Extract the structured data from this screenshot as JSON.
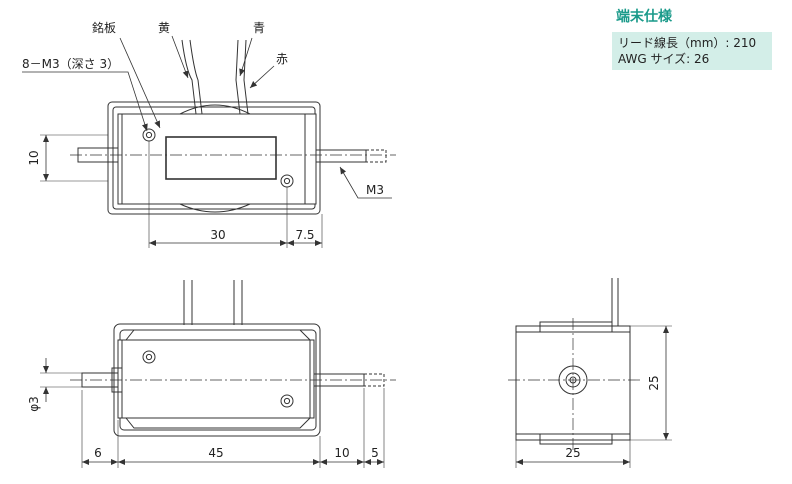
{
  "spec": {
    "title": "端末仕様",
    "lead_length": "リード線長（mm）: 210",
    "awg_size": "AWG サイズ: 26"
  },
  "labels": {
    "nameplate": "銘板",
    "yellow": "黄",
    "blue": "青",
    "red": "赤",
    "mounting_holes": "8－M3（深さ 3）",
    "thread": "M3"
  },
  "dimensions": {
    "top_height": "10",
    "top_hole_pitch": "30",
    "top_shaft_offset": "7.5",
    "shaft_diameter": "φ3",
    "plunger_extend": "6",
    "body_length": "45",
    "shaft_length": "10",
    "thread_length": "5",
    "side_height": "25",
    "side_width": "25"
  },
  "colors": {
    "line": "#333333",
    "accent": "#1a9a8a",
    "spec_bg": "#d3eee8"
  }
}
